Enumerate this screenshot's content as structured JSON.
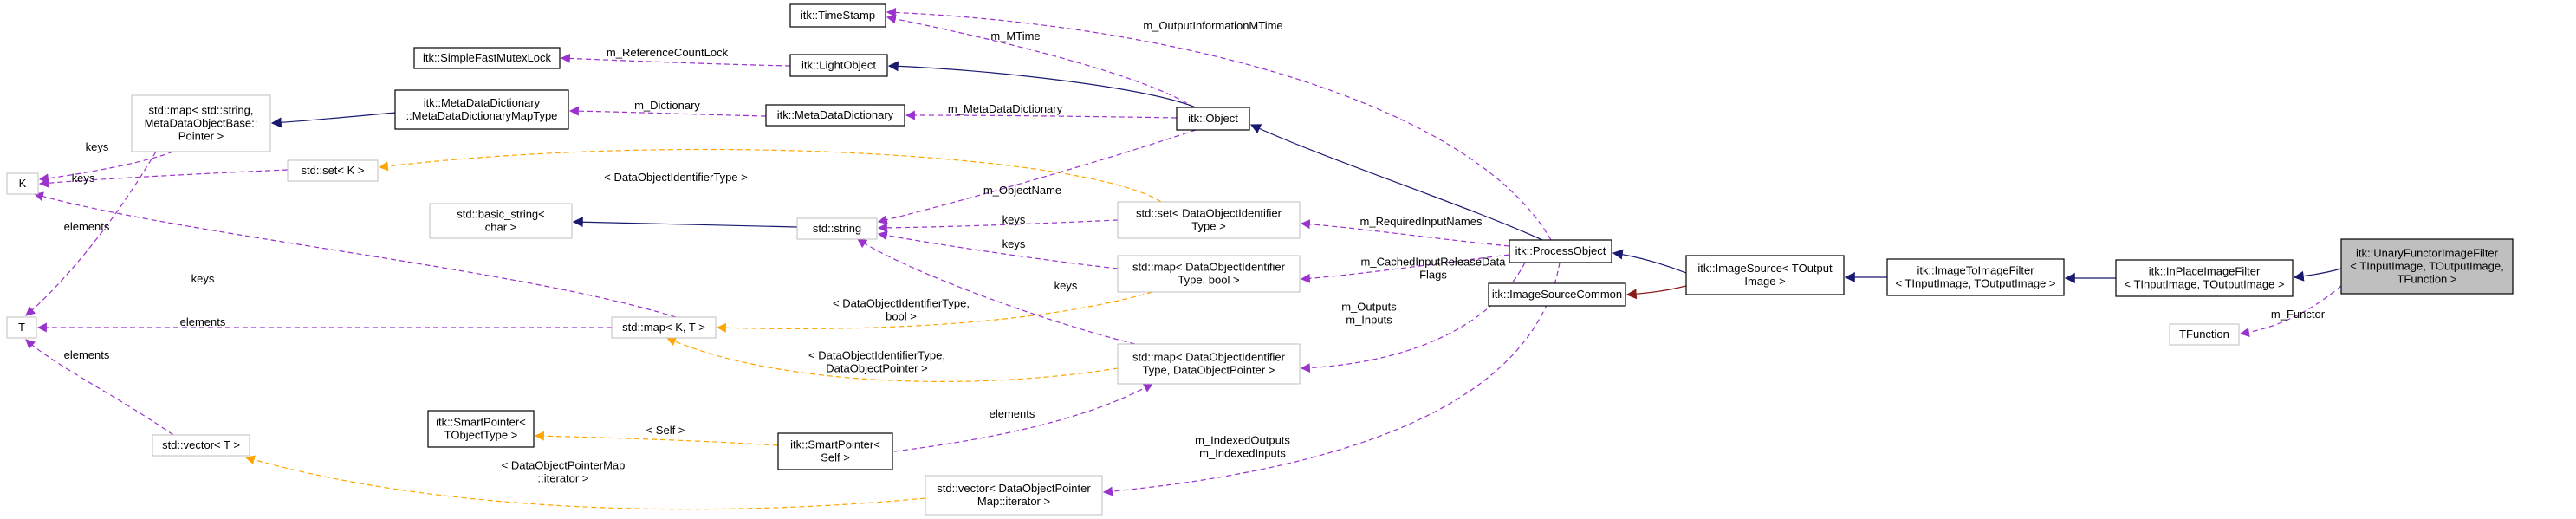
{
  "colors": {
    "inherit": "#191970",
    "inherit_private": "#8b1a1a",
    "usage": "#9a32cd",
    "template": "#ffa500",
    "strong_border": "#000000",
    "weak_border": "#bfbfbf",
    "focus_fill": "#bfbfbf"
  },
  "nodes": [
    {
      "id": "timestamp",
      "lines": [
        "itk::TimeStamp"
      ],
      "style": "strong"
    },
    {
      "id": "fastmutex",
      "lines": [
        "itk::SimpleFastMutexLock"
      ],
      "style": "strong"
    },
    {
      "id": "lightobject",
      "lines": [
        "itk::LightObject"
      ],
      "style": "strong"
    },
    {
      "id": "mdd_maptype",
      "lines": [
        "itk::MetaDataDictionary",
        "::MetaDataDictionaryMapType"
      ],
      "style": "strong"
    },
    {
      "id": "mdd",
      "lines": [
        "itk::MetaDataDictionary"
      ],
      "style": "strong"
    },
    {
      "id": "object",
      "lines": [
        "itk::Object"
      ],
      "style": "strong"
    },
    {
      "id": "stdmap_mdob",
      "lines": [
        "std::map< std::string,",
        "MetaDataObjectBase::",
        "Pointer >"
      ],
      "style": "weak"
    },
    {
      "id": "K",
      "lines": [
        "K"
      ],
      "style": "weak"
    },
    {
      "id": "stdset_K",
      "lines": [
        "std::set< K >"
      ],
      "style": "weak"
    },
    {
      "id": "basic_string",
      "lines": [
        "std::basic_string<",
        "char >"
      ],
      "style": "weak"
    },
    {
      "id": "stdstring",
      "lines": [
        "std::string"
      ],
      "style": "weak"
    },
    {
      "id": "stdset_doi",
      "lines": [
        "std::set< DataObjectIdentifier",
        "Type >"
      ],
      "style": "weak"
    },
    {
      "id": "stdmap_doi_bool",
      "lines": [
        "std::map< DataObjectIdentifier",
        "Type, bool >"
      ],
      "style": "weak"
    },
    {
      "id": "processobject",
      "lines": [
        "itk::ProcessObject"
      ],
      "style": "strong"
    },
    {
      "id": "imagesourcecommon",
      "lines": [
        "itk::ImageSourceCommon"
      ],
      "style": "strong"
    },
    {
      "id": "imagesource",
      "lines": [
        "itk::ImageSource< TOutput",
        "Image >"
      ],
      "style": "strong"
    },
    {
      "id": "imagetoimage",
      "lines": [
        "itk::ImageToImageFilter",
        "< TInputImage, TOutputImage >"
      ],
      "style": "strong"
    },
    {
      "id": "inplace",
      "lines": [
        "itk::InPlaceImageFilter",
        "< TInputImage, TOutputImage >"
      ],
      "style": "strong"
    },
    {
      "id": "unaryfunctor",
      "lines": [
        "itk::UnaryFunctorImageFilter",
        "< TInputImage, TOutputImage,",
        "TFunction >"
      ],
      "style": "focus"
    },
    {
      "id": "tfunction",
      "lines": [
        "TFunction"
      ],
      "style": "weak"
    },
    {
      "id": "T",
      "lines": [
        "T"
      ],
      "style": "weak"
    },
    {
      "id": "stdmap_KT",
      "lines": [
        "std::map< K, T >"
      ],
      "style": "weak"
    },
    {
      "id": "stdmap_doi_dop",
      "lines": [
        "std::map< DataObjectIdentifier",
        "Type, DataObjectPointer >"
      ],
      "style": "weak"
    },
    {
      "id": "smartptr_tobj",
      "lines": [
        "itk::SmartPointer<",
        "TObjectType >"
      ],
      "style": "strong"
    },
    {
      "id": "smartptr_self",
      "lines": [
        "itk::SmartPointer<",
        "Self >"
      ],
      "style": "strong"
    },
    {
      "id": "stdvector_T",
      "lines": [
        "std::vector< T >"
      ],
      "style": "weak"
    },
    {
      "id": "stdvector_dopm",
      "lines": [
        "std::vector< DataObjectPointer",
        "Map::iterator >"
      ],
      "style": "weak"
    }
  ],
  "edges": [
    {
      "id": "e1",
      "kind": "usage",
      "label": [
        "m_MTime"
      ]
    },
    {
      "id": "e2",
      "kind": "usage",
      "label": [
        "m_OutputInformationMTime"
      ]
    },
    {
      "id": "e3",
      "kind": "usage",
      "label": [
        "m_ReferenceCountLock"
      ]
    },
    {
      "id": "e4",
      "kind": "inherit",
      "label": []
    },
    {
      "id": "e5",
      "kind": "inherit",
      "label": []
    },
    {
      "id": "e6",
      "kind": "usage",
      "label": [
        "m_Dictionary"
      ]
    },
    {
      "id": "e7",
      "kind": "usage",
      "label": [
        "m_MetaDataDictionary"
      ]
    },
    {
      "id": "e8",
      "kind": "inherit",
      "label": []
    },
    {
      "id": "e9",
      "kind": "usage",
      "label": [
        "keys"
      ]
    },
    {
      "id": "e10",
      "kind": "usage",
      "label": [
        "elements"
      ]
    },
    {
      "id": "e11",
      "kind": "usage",
      "label": [
        "keys"
      ]
    },
    {
      "id": "e12",
      "kind": "template",
      "label": [
        "< DataObjectIdentifierType >"
      ]
    },
    {
      "id": "e13",
      "kind": "usage",
      "label": [
        "m_ObjectName"
      ]
    },
    {
      "id": "e14",
      "kind": "inherit",
      "label": []
    },
    {
      "id": "e15",
      "kind": "usage",
      "label": [
        "keys"
      ]
    },
    {
      "id": "e16",
      "kind": "usage",
      "label": [
        "keys"
      ]
    },
    {
      "id": "e17",
      "kind": "usage",
      "label": [
        "keys"
      ]
    },
    {
      "id": "e18",
      "kind": "usage",
      "label": [
        "m_RequiredInputNames"
      ]
    },
    {
      "id": "e19",
      "kind": "usage",
      "label": [
        "m_CachedInputReleaseData",
        "Flags"
      ]
    },
    {
      "id": "e20",
      "kind": "inherit",
      "label": []
    },
    {
      "id": "e21",
      "kind": "inherit-red",
      "label": []
    },
    {
      "id": "e22",
      "kind": "inherit",
      "label": []
    },
    {
      "id": "e23",
      "kind": "inherit",
      "label": []
    },
    {
      "id": "e24",
      "kind": "inherit",
      "label": []
    },
    {
      "id": "e25",
      "kind": "usage",
      "label": [
        "m_Functor"
      ]
    },
    {
      "id": "e26",
      "kind": "usage",
      "label": [
        "keys"
      ]
    },
    {
      "id": "e27",
      "kind": "usage",
      "label": [
        "elements"
      ]
    },
    {
      "id": "e28",
      "kind": "template",
      "label": [
        "< DataObjectIdentifierType,",
        "bool >"
      ]
    },
    {
      "id": "e29",
      "kind": "template",
      "label": [
        "< DataObjectIdentifierType,",
        "DataObjectPointer >"
      ]
    },
    {
      "id": "e30",
      "kind": "usage",
      "label": [
        "m_Outputs",
        "m_Inputs"
      ]
    },
    {
      "id": "e31",
      "kind": "usage",
      "label": [
        "elements"
      ]
    },
    {
      "id": "e32",
      "kind": "usage",
      "label": [
        "elements"
      ]
    },
    {
      "id": "e33",
      "kind": "template",
      "label": [
        "< Self >"
      ]
    },
    {
      "id": "e34",
      "kind": "template",
      "label": [
        "< DataObjectPointerMap",
        "::iterator >"
      ]
    },
    {
      "id": "e35",
      "kind": "usage",
      "label": [
        "m_IndexedOutputs",
        "m_IndexedInputs"
      ]
    }
  ]
}
